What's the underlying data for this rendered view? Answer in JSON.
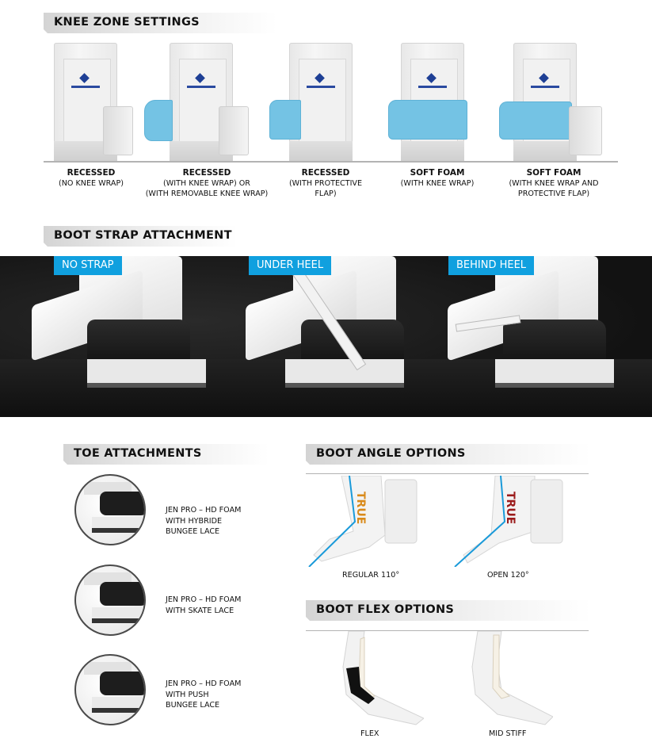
{
  "knee_zone": {
    "title": "KNEE ZONE SETTINGS",
    "options": [
      {
        "label": "RECESSED",
        "sub": [
          "(NO KNEE WRAP)"
        ]
      },
      {
        "label": "RECESSED",
        "sub": [
          "(WITH KNEE WRAP) OR",
          "(WITH REMOVABLE KNEE WRAP)"
        ]
      },
      {
        "label": "RECESSED",
        "sub": [
          "(WITH PROTECTIVE",
          "FLAP)"
        ]
      },
      {
        "label": "SOFT FOAM",
        "sub": [
          "(WITH KNEE WRAP)"
        ]
      },
      {
        "label": "SOFT FOAM",
        "sub": [
          "(WITH KNEE WRAP AND",
          "PROTECTIVE FLAP)"
        ]
      }
    ]
  },
  "boot_strap": {
    "title": "BOOT STRAP ATTACHMENT",
    "tags": [
      "NO STRAP",
      "UNDER HEEL",
      "BEHIND HEEL"
    ],
    "tag_color": "#10a0df"
  },
  "toe_attachments": {
    "title": "TOE ATTACHMENTS",
    "items": [
      {
        "lines": [
          "JEN PRO – HD FOAM",
          "WITH HYBRIDE",
          "BUNGEE LACE"
        ]
      },
      {
        "lines": [
          "JEN PRO – HD FOAM",
          "WITH SKATE LACE"
        ]
      },
      {
        "lines": [
          "JEN PRO – HD FOAM",
          "WITH PUSH",
          "BUNGEE LACE"
        ]
      }
    ]
  },
  "boot_angle": {
    "title": "BOOT ANGLE OPTIONS",
    "options": [
      "REGULAR 110°",
      "OPEN 120°"
    ],
    "line_color": "#1a9ad9"
  },
  "boot_flex": {
    "title": "BOOT FLEX OPTIONS",
    "options": [
      "FLEX",
      "MID STIFF"
    ]
  }
}
